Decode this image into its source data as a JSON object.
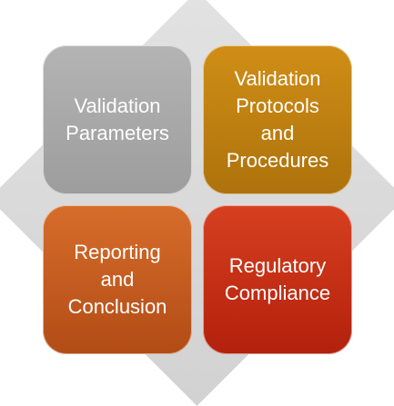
{
  "quadrants": {
    "top_left": {
      "label": "Validation\nParameters",
      "color": "#a8a8a8"
    },
    "top_right": {
      "label": "Validation\nProtocols\nand\nProcedures",
      "color": "#c0800f"
    },
    "bottom_left": {
      "label": "Reporting\nand\nConclusion",
      "color": "#c65c20"
    },
    "bottom_right": {
      "label": "Regulatory\nCompliance",
      "color": "#c52e15"
    }
  },
  "background_shape_color": "#dadada"
}
